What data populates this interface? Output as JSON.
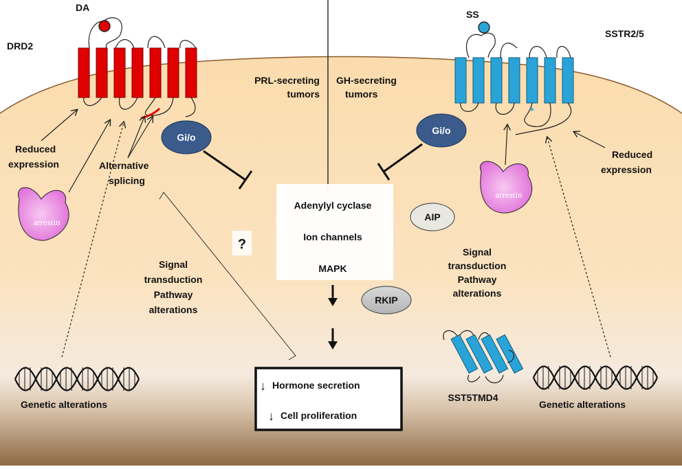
{
  "colors": {
    "cell_top": "#fbdcae",
    "cell_bottom": "#8e6a45",
    "drd2_receptor": "#e00000",
    "sstr_receptor": "#2aa4d8",
    "gio": "#3a5b8c",
    "arrestin": "#e070d8",
    "aip": "#e8e8e0",
    "rkip": "#b4b4b4"
  },
  "left": {
    "receptor_name": "DRD2",
    "ligand": "DA",
    "tumor_type_line1": "PRL-secreting",
    "tumor_type_line2": "tumors",
    "reduced_expression_line1": "Reduced",
    "reduced_expression_line2": "expression",
    "alt_splicing_line1": "Alternative",
    "alt_splicing_line2": "splicing",
    "g_protein": "Gi/o",
    "arrestin": "arrestin",
    "question": "?",
    "signal_line1": "Signal",
    "signal_line2": "transduction",
    "signal_line3": "Pathway",
    "signal_line4": "alterations",
    "genetic": "Genetic alterations",
    "dna_icon": "dna-double-helix-icon"
  },
  "right": {
    "receptor_name": "SSTR2/5",
    "ligand": "SS",
    "tumor_type_line1": "GH-secreting",
    "tumor_type_line2": "tumors",
    "reduced_expression_line1": "Reduced",
    "reduced_expression_line2": "expression",
    "g_protein": "Gi/o",
    "arrestin": "arrestin",
    "aip": "AIP",
    "rkip": "RKIP",
    "signal_line1": "Signal",
    "signal_line2": "transduction",
    "signal_line3": "Pathway",
    "signal_line4": "alterations",
    "truncated_receptor": "SST5TMD4",
    "genetic": "Genetic alterations",
    "dna_icon": "dna-double-helix-icon"
  },
  "center": {
    "effector1": "Adenylyl cyclase",
    "effector2": "Ion channels",
    "effector3": "MAPK",
    "outcome1": "Hormone secretion",
    "outcome2": "Cell proliferation",
    "down_arrow": "↓"
  }
}
